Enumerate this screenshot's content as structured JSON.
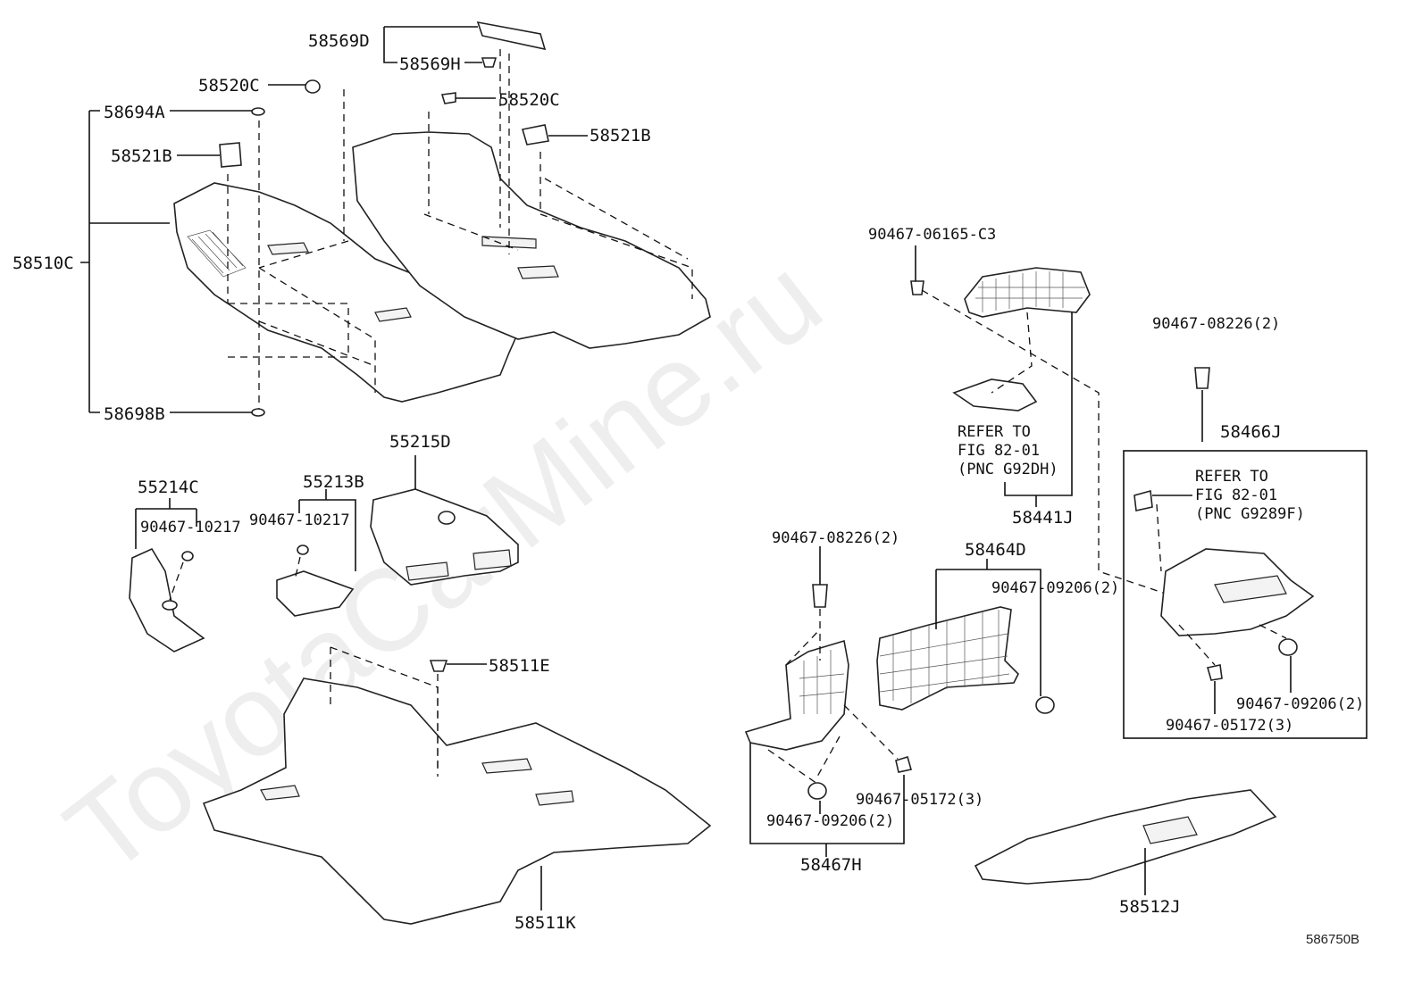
{
  "watermark": "ToyotaCarMine.ru",
  "diagram_code": "586750B",
  "labels": {
    "p58569D": "58569D",
    "p58569H": "58569H",
    "p58520C_a": "58520C",
    "p58520C_b": "58520C",
    "p58694A": "58694A",
    "p58521B_a": "58521B",
    "p58521B_b": "58521B",
    "p58510C": "58510C",
    "p58698B": "58698B",
    "p55215D": "55215D",
    "p55214C": "55214C",
    "p55213B": "55213B",
    "p90467_10217_a": "90467-10217",
    "p90467_10217_b": "90467-10217",
    "p58511E": "58511E",
    "p58511K": "58511K",
    "p90467_06165": "90467-06165-C3",
    "ref1_line1": "REFER TO",
    "ref1_line2": "FIG 82-01",
    "ref1_line3": "(PNC G92DH)",
    "p58441J": "58441J",
    "p90467_08226_a": "90467-08226(2)",
    "p58466J": "58466J",
    "ref2_line1": "REFER TO",
    "ref2_line2": "FIG 82-01",
    "ref2_line3": "(PNC G9289F)",
    "p90467_08226_b": "90467-08226(2)",
    "p58464D": "58464D",
    "p90467_09206_a": "90467-09206(2)",
    "p90467_09206_b": "90467-09206(2)",
    "p90467_05172_a": "90467-05172(3)",
    "p90467_05172_b": "90467-05172(3)",
    "p90467_09206_c": "90467-09206(2)",
    "p58467H": "58467H",
    "p58512J": "58512J"
  }
}
